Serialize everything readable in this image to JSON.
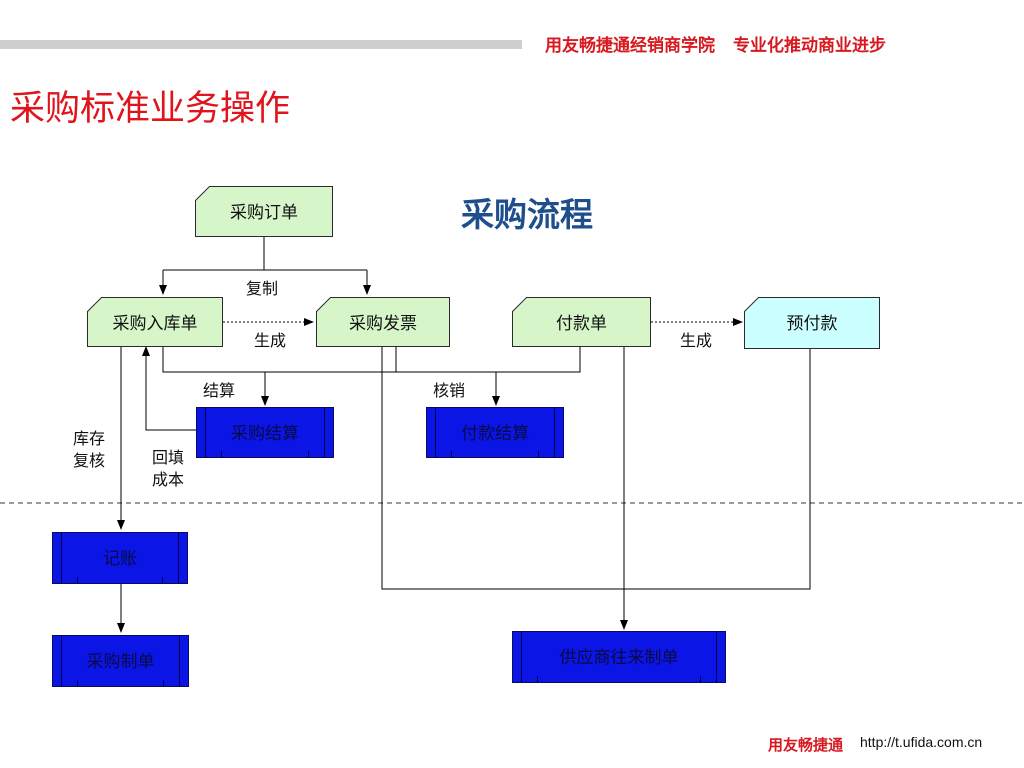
{
  "header": {
    "slogan_left": "用友畅捷通经销商学院",
    "slogan_right": "专业化推动商业进步",
    "title": "采购标准业务操作"
  },
  "diagram": {
    "flow_title": "采购流程",
    "nodes": {
      "purchase_order": "采购订单",
      "purchase_receipt": "采购入库单",
      "purchase_invoice": "采购发票",
      "payment_doc": "付款单",
      "prepayment": "预付款",
      "purchase_settlement": "采购结算",
      "payment_settlement": "付款结算",
      "bookkeeping": "记账",
      "purchase_voucher": "采购制单",
      "supplier_voucher": "供应商往来制单"
    },
    "labels": {
      "copy": "复制",
      "generate_1": "生成",
      "generate_2": "生成",
      "settle": "结算",
      "writeoff": "核销",
      "inventory_recheck": [
        "库存",
        "复核"
      ],
      "backfill_cost": [
        "回填",
        "成本"
      ]
    }
  },
  "footer": {
    "brand": "用友畅捷通",
    "url": "http://t.ufida.com.cn"
  },
  "colors": {
    "brand_red": "#d71920",
    "title_red": "#e0141b",
    "flow_title_blue": "#1f4e8c",
    "doc_green": "#d6f5c8",
    "doc_cyan": "#ccffff",
    "process_blue": "#0b16e6"
  }
}
